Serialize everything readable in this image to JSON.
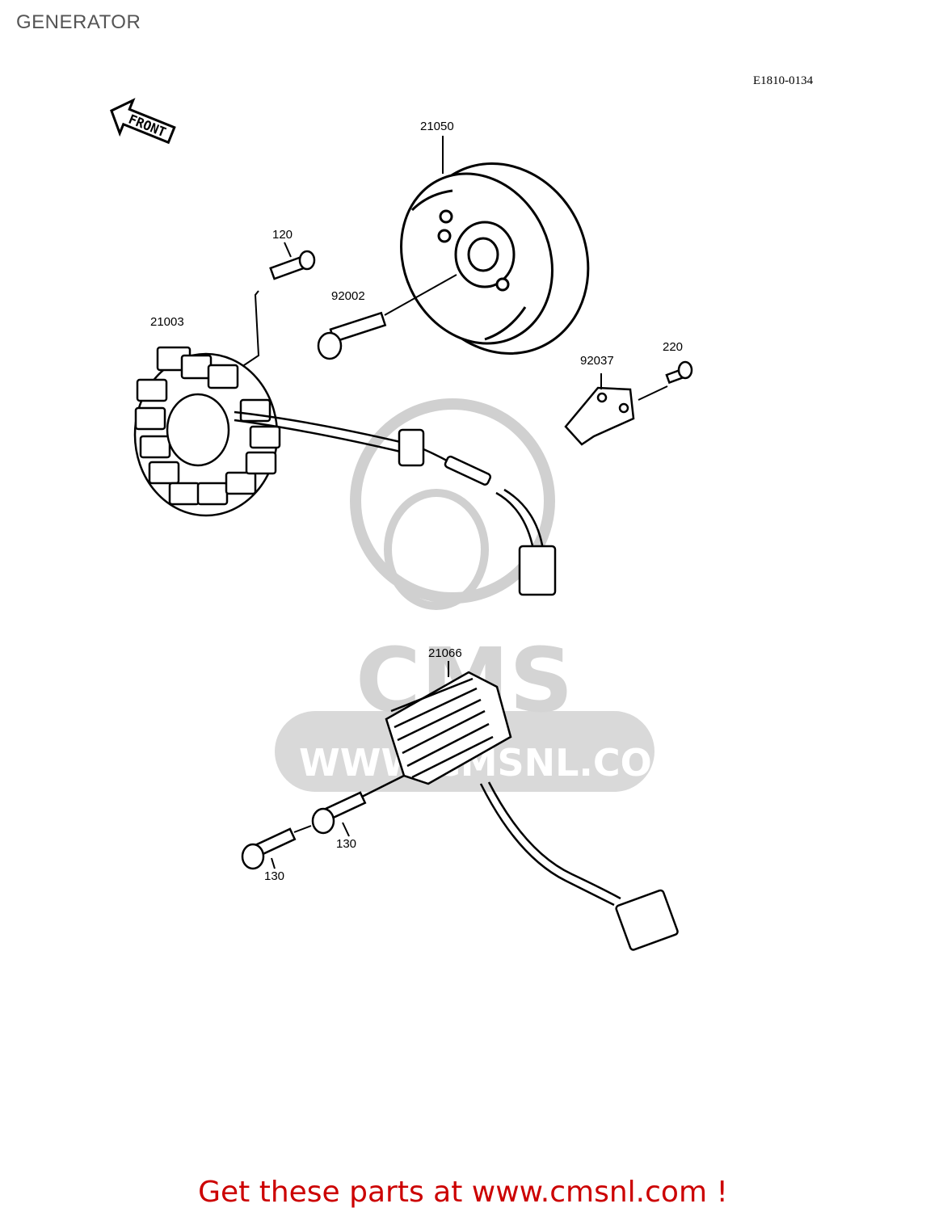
{
  "page": {
    "title": "GENERATOR",
    "drawing_code": "E1810-0134",
    "footer": "Get these parts at www.cmsnl.com !"
  },
  "orientation": {
    "label": "FRONT"
  },
  "watermark": {
    "text": "CMS",
    "url": "WWW.CMSNL.COM"
  },
  "parts": [
    {
      "id": "p21050",
      "number": "21050"
    },
    {
      "id": "p120",
      "number": "120"
    },
    {
      "id": "p92002",
      "number": "92002"
    },
    {
      "id": "p21003",
      "number": "21003"
    },
    {
      "id": "p92037",
      "number": "92037"
    },
    {
      "id": "p220",
      "number": "220"
    },
    {
      "id": "p21066",
      "number": "21066"
    },
    {
      "id": "p130a",
      "number": "130"
    },
    {
      "id": "p130b",
      "number": "130"
    }
  ],
  "colors": {
    "title": "#555555",
    "footer": "#cc0000",
    "watermark": "#d9d9d9",
    "line": "#000000"
  }
}
